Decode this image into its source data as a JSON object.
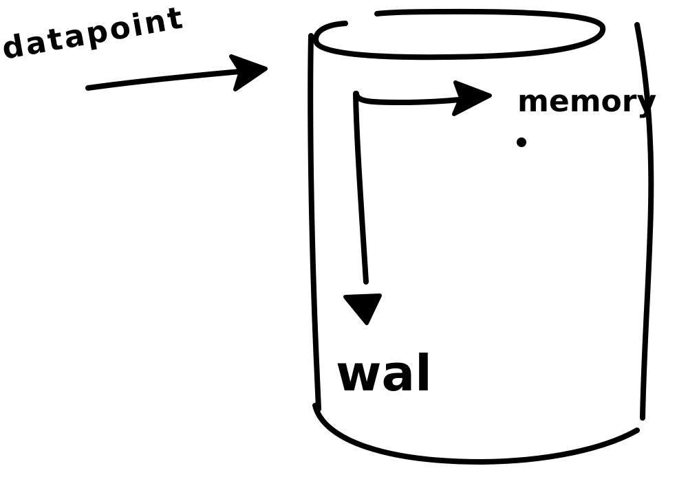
{
  "diagram": {
    "labels": {
      "input": "datapoint",
      "memory": "memory",
      "wal": "wal"
    },
    "colors": {
      "ink": "#000000",
      "background": "#ffffff"
    }
  }
}
